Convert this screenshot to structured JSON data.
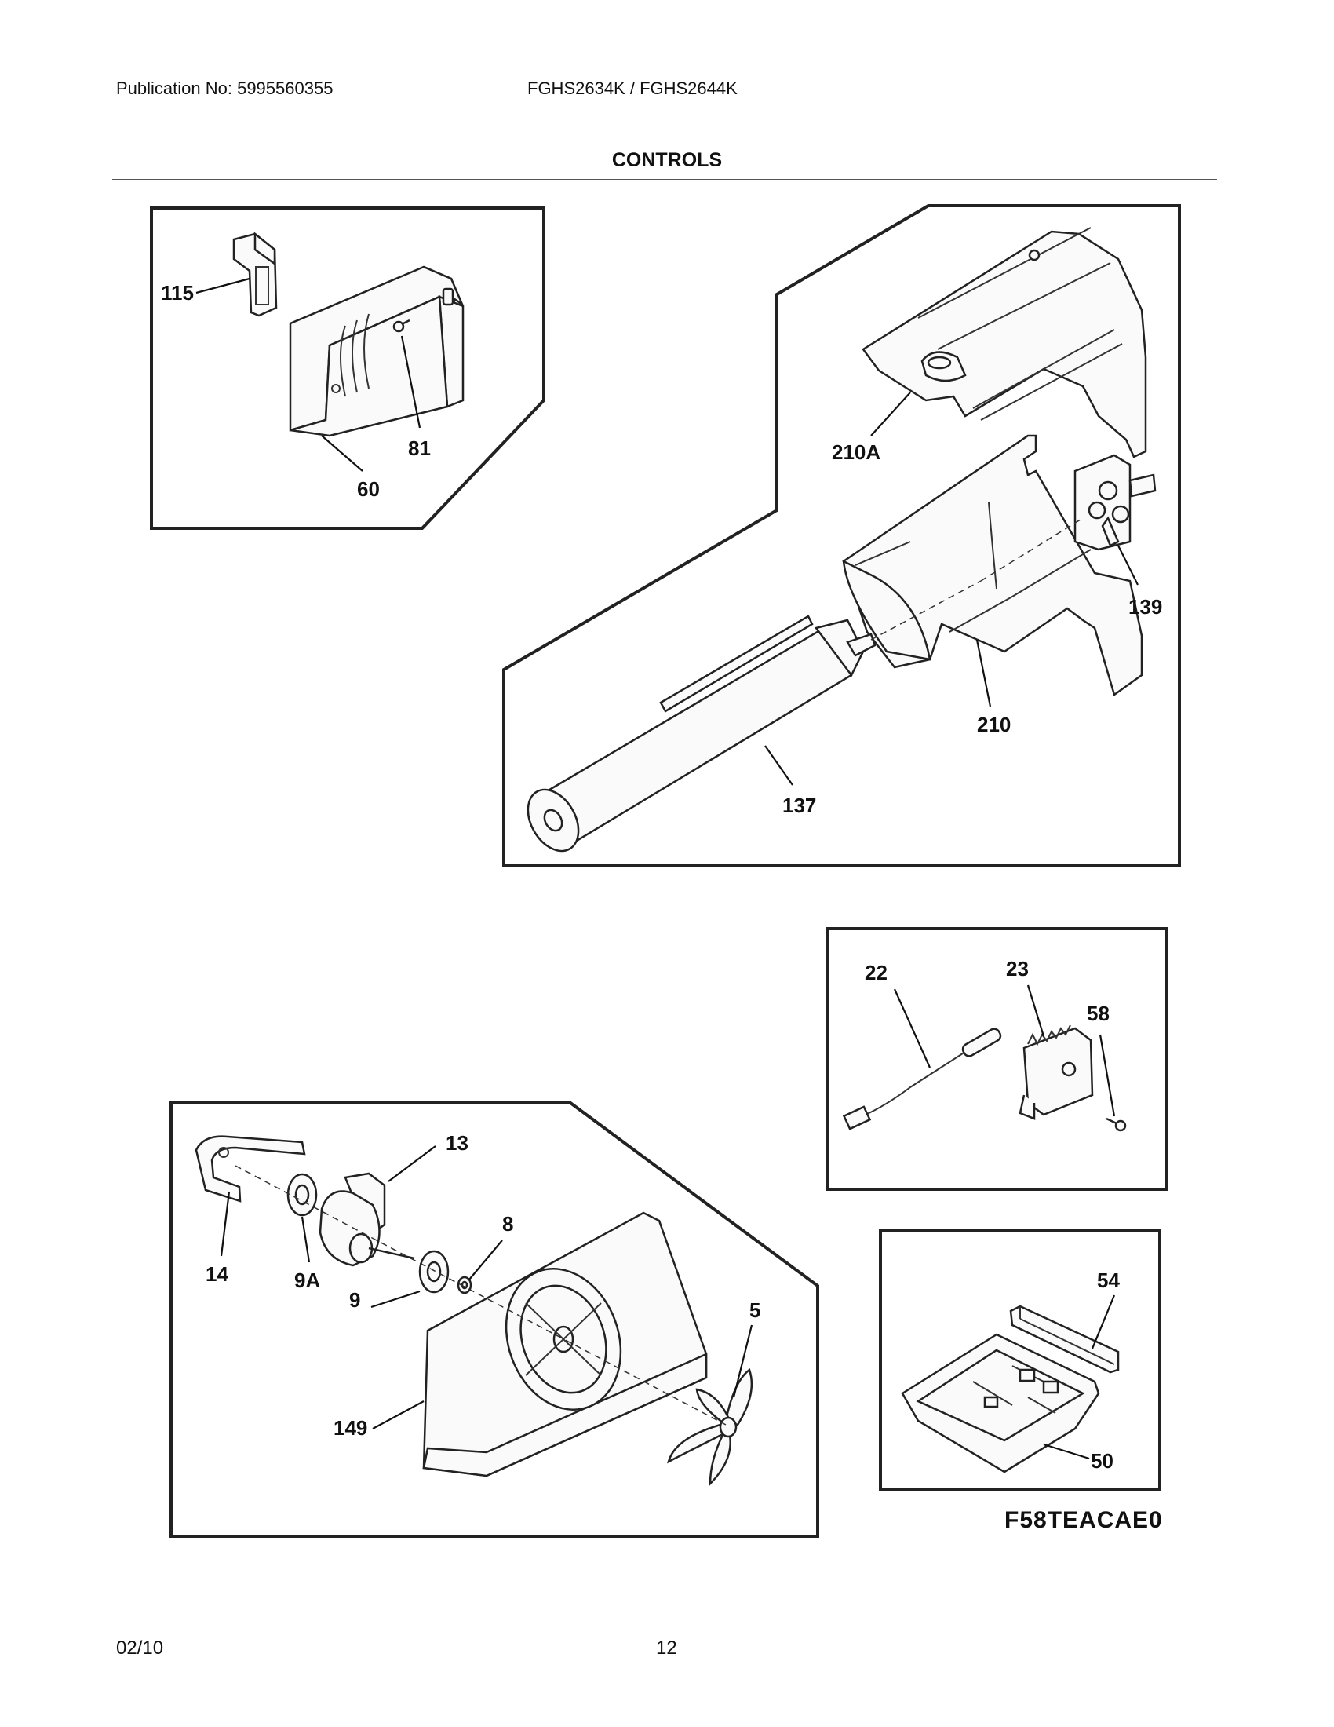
{
  "header": {
    "publication": "Publication No: 5995560355",
    "models": "FGHS2634K / FGHS2644K"
  },
  "title": "CONTROLS",
  "callouts": {
    "p115": "115",
    "p81": "81",
    "p60": "60",
    "p210A": "210A",
    "p139": "139",
    "p210": "210",
    "p137": "137",
    "p22": "22",
    "p23": "23",
    "p58": "58",
    "p13": "13",
    "p8": "8",
    "p14": "14",
    "p9A": "9A",
    "p9": "9",
    "p5": "5",
    "p149": "149",
    "p54": "54",
    "p50": "50"
  },
  "diagram_code": "F58TEACAE0",
  "footer": {
    "date": "02/10",
    "page": "12"
  }
}
